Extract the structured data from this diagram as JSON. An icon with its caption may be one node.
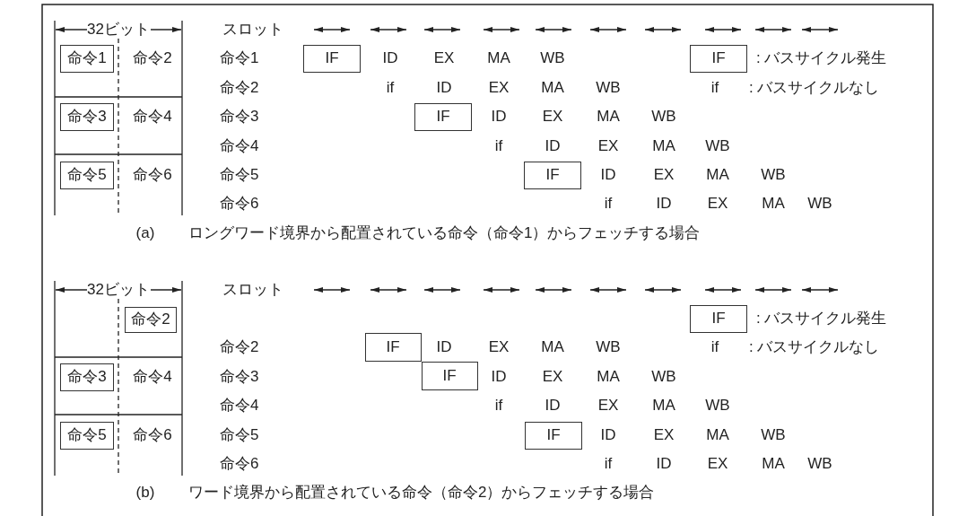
{
  "diagram": {
    "nodes": [
      {
        "text": [
          "命令1"
        ]
      },
      {
        "text": [
          "IF"
        ]
      },
      {
        "text": [
          "IF"
        ],
        "beside": [
          ": バスサイクル発生"
        ]
      },
      {
        "text": [
          "命令3"
        ]
      },
      {
        "text": [
          "IF"
        ]
      },
      {
        "text": [
          "命令5"
        ]
      },
      {
        "text": [
          "IF"
        ]
      },
      {
        "text": [
          "命令2"
        ]
      },
      {
        "text": [
          "IF"
        ],
        "beside": [
          ": バスサイクル発生"
        ]
      },
      {
        "text": [
          "IF"
        ]
      },
      {
        "text": [
          "命令3"
        ]
      },
      {
        "text": [
          "IF"
        ]
      },
      {
        "text": [
          "命令5"
        ]
      },
      {
        "text": [
          "IF"
        ]
      }
    ],
    "labels": [
      "32ビット",
      "スロット",
      "命令2",
      "命令1",
      "ID",
      "EX",
      "MA",
      "WB",
      "命令2",
      "if",
      "ID",
      "EX",
      "MA",
      "WB",
      "if",
      ": バスサイクルなし",
      "命令4",
      "命令3",
      "ID",
      "EX",
      "MA",
      "WB",
      "命令4",
      "if",
      "ID",
      "EX",
      "MA",
      "WB",
      "命令6",
      "命令5",
      "ID",
      "EX",
      "MA",
      "WB",
      "命令6",
      "if",
      "ID",
      "EX",
      "MA",
      "WB",
      "(a)",
      "ロングワード境界から配置されている命令（命令1）からフェッチする場合",
      "32ビット",
      "スロット",
      "命令2",
      "ID",
      "EX",
      "MA",
      "WB",
      "if",
      ": バスサイクルなし",
      "命令4",
      "命令3",
      "ID",
      "EX",
      "MA",
      "WB",
      "命令4",
      "if",
      "ID",
      "EX",
      "MA",
      "WB",
      "命令6",
      "命令5",
      "ID",
      "EX",
      "MA",
      "WB",
      "命令6",
      "if",
      "ID",
      "EX",
      "MA",
      "WB",
      "(b)",
      "ワード境界から配置されている命令（命令2）からフェッチする場合"
    ]
  }
}
